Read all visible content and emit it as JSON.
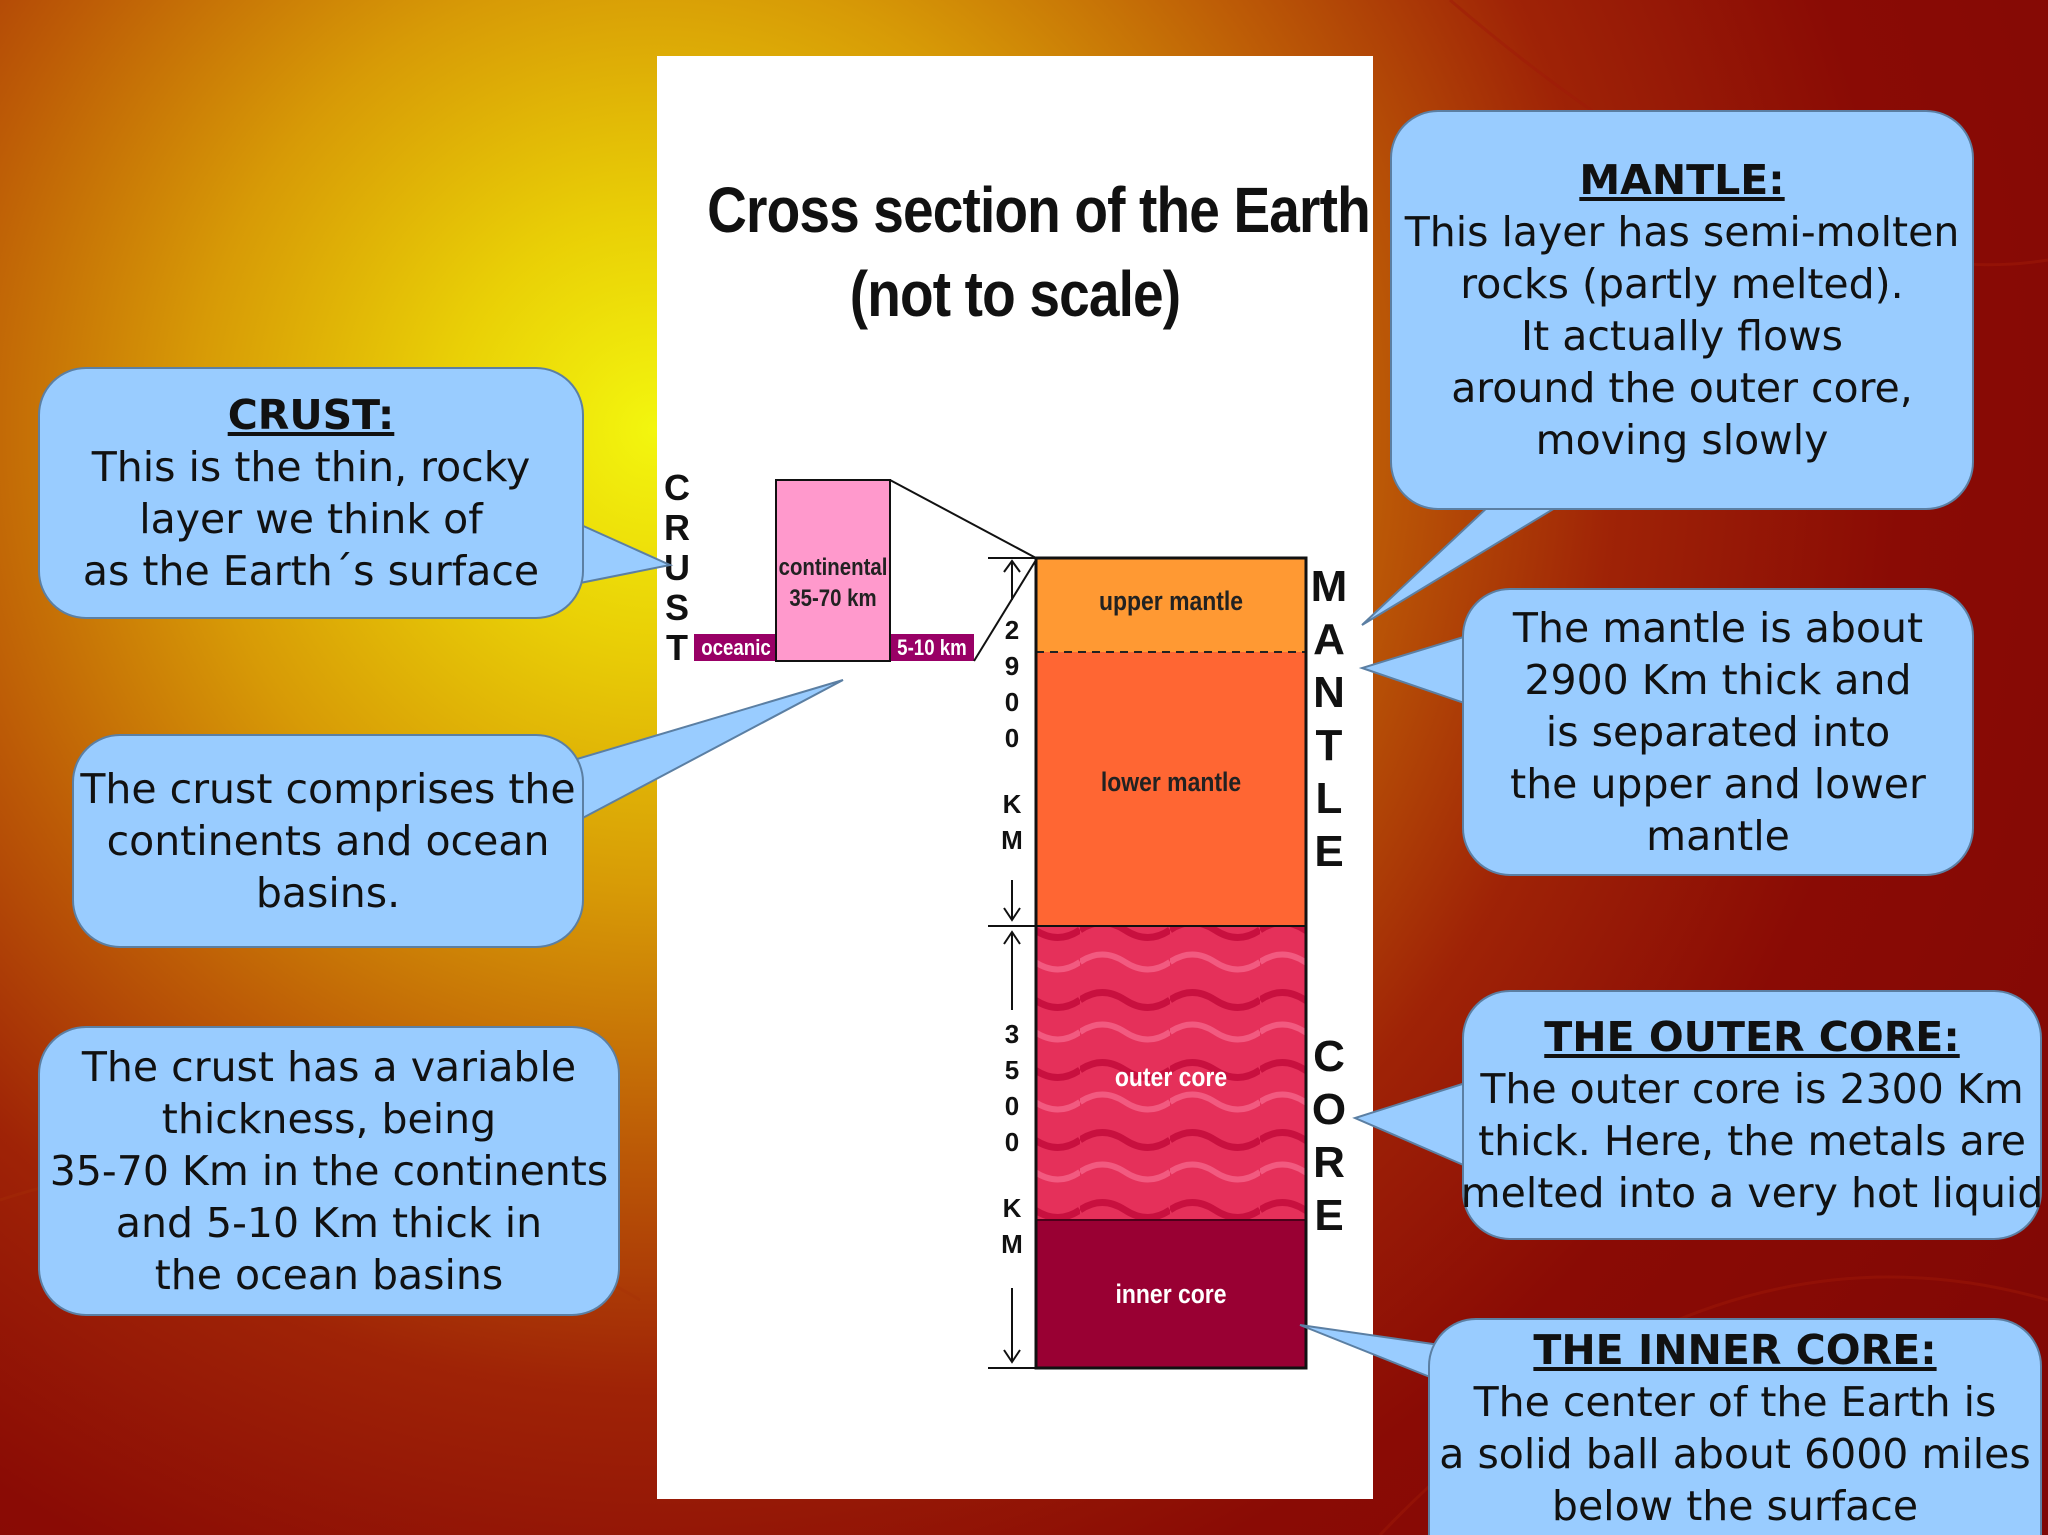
{
  "diagram": {
    "title_lines": [
      "Cross section of the Earth",
      "(not to scale)"
    ],
    "crust_block": {
      "continental_lines": [
        "continental",
        "35-70 km"
      ],
      "oceanic": "oceanic",
      "oceanic_thickness": "5-10 km"
    },
    "side_labels": {
      "crust": "CRUST",
      "mantle": "MANTLE",
      "core": "CORE"
    },
    "depth_labels": {
      "mantle_depth": [
        "2",
        "9",
        "0",
        "0",
        "K",
        "M"
      ],
      "core_depth": [
        "3",
        "5",
        "0",
        "0",
        "K",
        "M"
      ]
    },
    "layers": [
      {
        "name": "upper mantle",
        "color": "#ff9933"
      },
      {
        "name": "lower mantle",
        "color": "#ff6633"
      },
      {
        "name": "outer core",
        "color": "#e5305a"
      },
      {
        "name": "inner core",
        "color": "#990033"
      }
    ],
    "colors": {
      "continental": "#ff99cc",
      "oceanic": "#990066"
    }
  },
  "callouts": {
    "crust": {
      "title": "CRUST:",
      "lines": [
        "This is the thin, rocky",
        "layer we think of",
        "as the Earth´s surface"
      ]
    },
    "crust_comprises": {
      "lines": [
        "The crust comprises the",
        "continents and ocean",
        "basins."
      ]
    },
    "crust_thickness": {
      "lines": [
        "The crust has a variable",
        "thickness, being",
        "35-70 Km in the continents",
        "and 5-10 Km thick in",
        "the ocean basins"
      ]
    },
    "mantle": {
      "title": "MANTLE:",
      "lines": [
        "This layer has semi-molten",
        "rocks (partly melted).",
        "It actually flows",
        "around the outer core,",
        "moving slowly"
      ]
    },
    "mantle_thickness": {
      "lines": [
        "The mantle is about",
        "2900 Km thick and",
        "is separated into",
        "the upper and lower",
        "mantle"
      ]
    },
    "outer_core": {
      "title": "THE OUTER CORE:",
      "lines": [
        "The outer core is 2300 Km",
        "thick. Here, the metals are",
        "melted into a very hot liquid"
      ]
    },
    "inner_core": {
      "title": "THE INNER CORE:",
      "lines": [
        "The center of the Earth is",
        "a solid ball about 6000 miles",
        "below the surface"
      ]
    }
  }
}
